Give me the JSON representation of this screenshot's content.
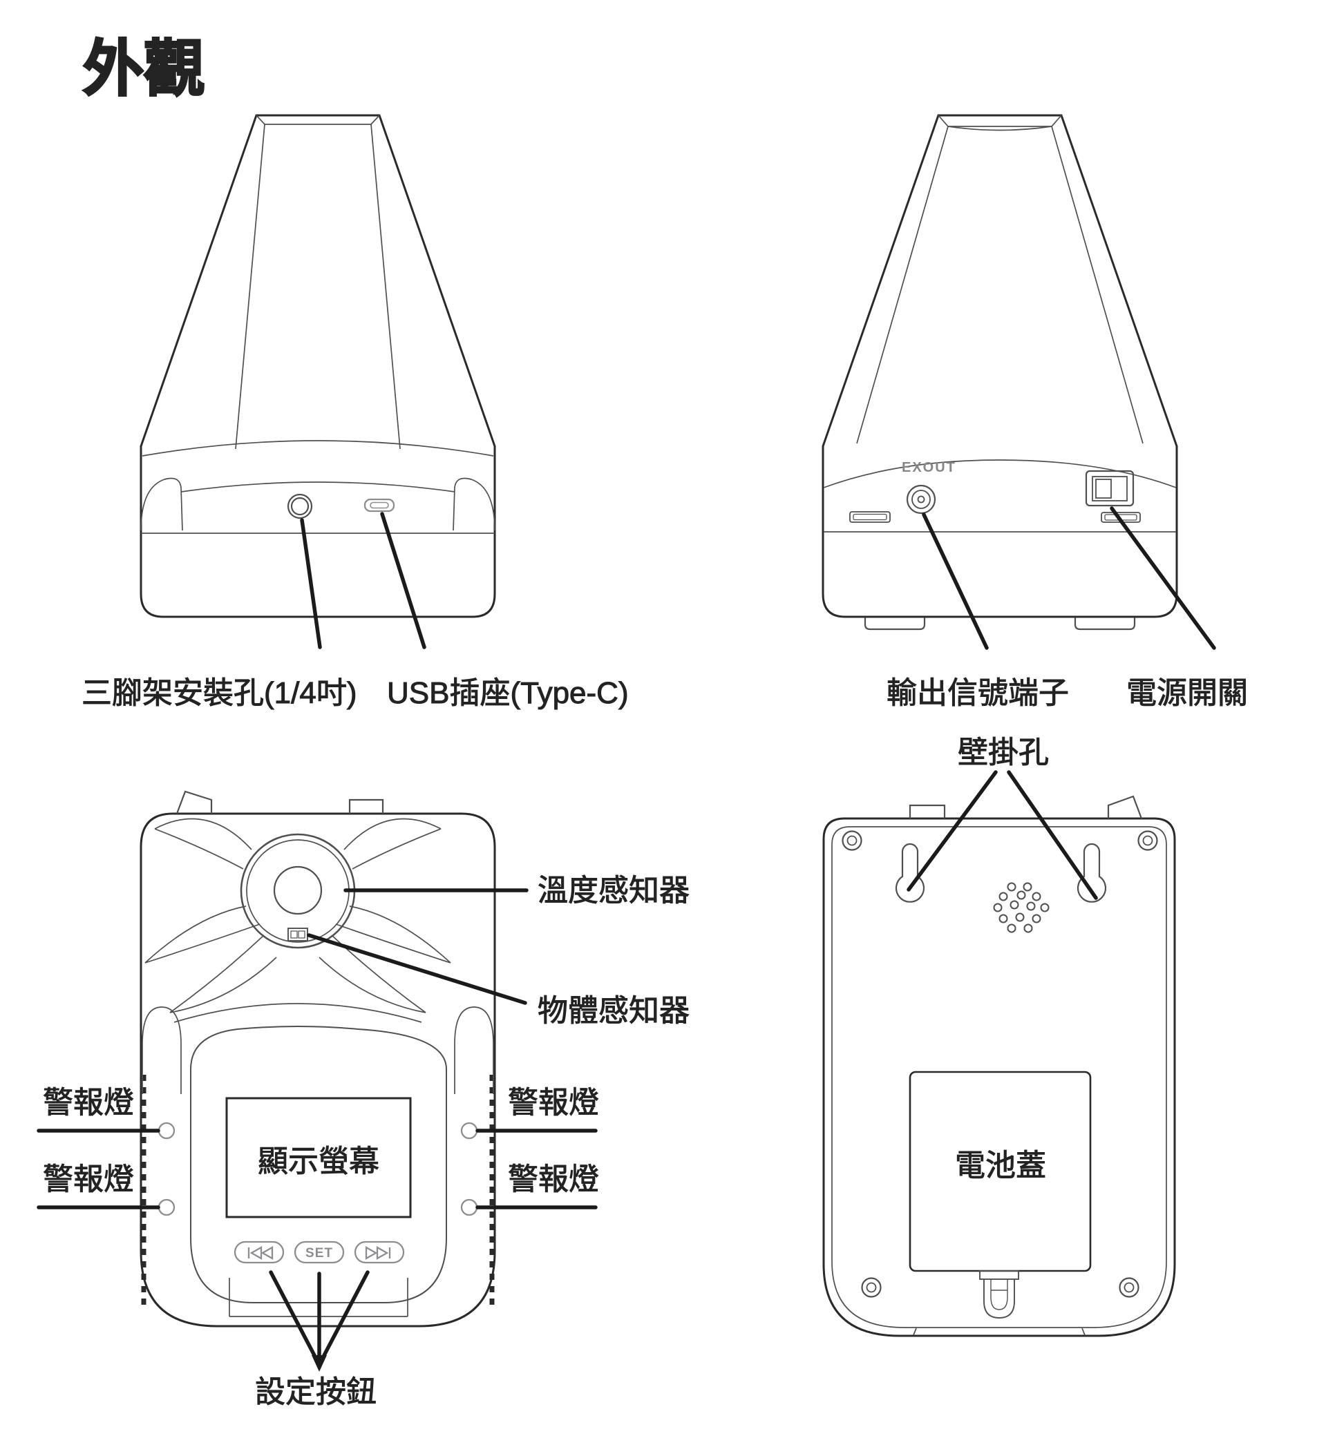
{
  "title": "外觀",
  "ink_color": "#2a2a2a",
  "front_bottom_view": {
    "tripod_label": "三腳架安裝孔(1/4吋)",
    "usb_label": "USB插座(Type-C)"
  },
  "back_panel_view": {
    "marking": "EXOUT",
    "signal_label": "輸出信號端子",
    "power_label": "電源開關"
  },
  "front_view": {
    "temp_label": "溫度感知器",
    "object_label": "物體感知器",
    "alarm_label": "警報燈",
    "screen_label": "顯示螢幕",
    "set_label": "SET",
    "buttons_label": "設定按鈕"
  },
  "rear_view": {
    "wall_label": "壁掛孔",
    "battery_label": "電池蓋"
  }
}
